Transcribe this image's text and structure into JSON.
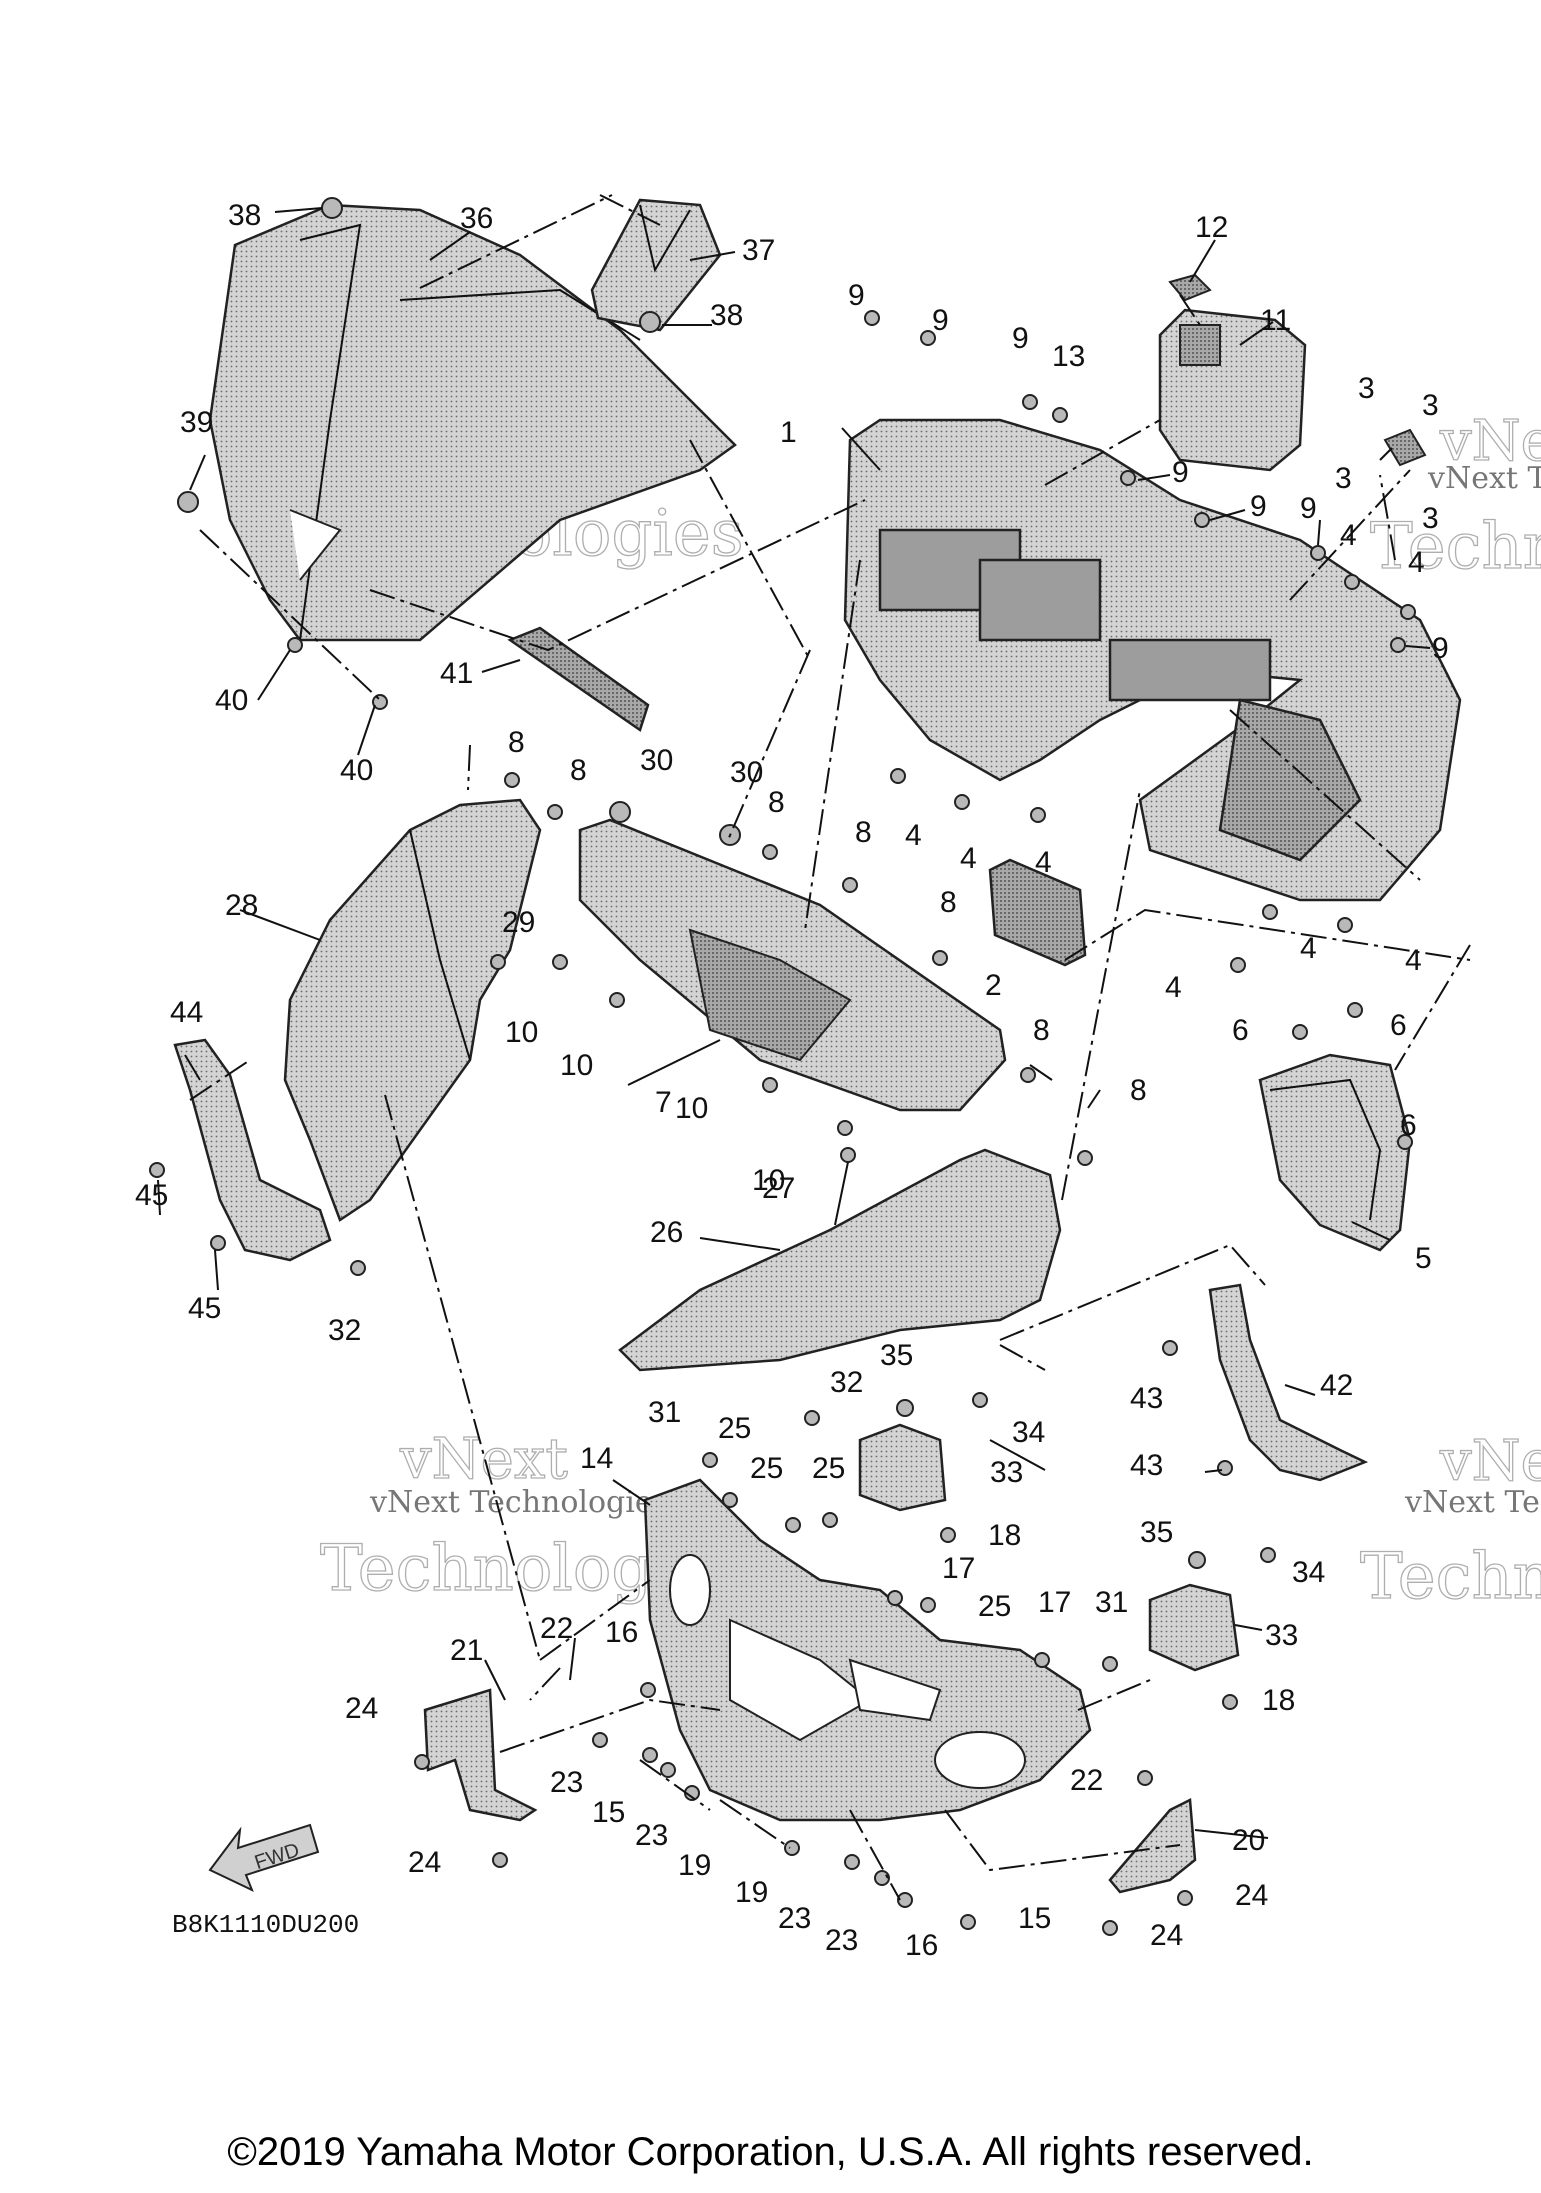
{
  "diagram": {
    "diagram_code": "B8K1110DU200",
    "fwd_label": "FWD",
    "watermark_lines": [
      "vNext",
      "vNext Technologies",
      "Technologies"
    ],
    "callouts": [
      {
        "id": "c38a",
        "text": "38"
      },
      {
        "id": "c36",
        "text": "36"
      },
      {
        "id": "c37",
        "text": "37"
      },
      {
        "id": "c38b",
        "text": "38"
      },
      {
        "id": "c39",
        "text": "39"
      },
      {
        "id": "c40a",
        "text": "40"
      },
      {
        "id": "c40b",
        "text": "40"
      },
      {
        "id": "c41",
        "text": "41"
      },
      {
        "id": "c12",
        "text": "12"
      },
      {
        "id": "c11",
        "text": "11"
      },
      {
        "id": "c9a",
        "text": "9"
      },
      {
        "id": "c9b",
        "text": "9"
      },
      {
        "id": "c9c",
        "text": "9"
      },
      {
        "id": "c13",
        "text": "13"
      },
      {
        "id": "c1",
        "text": "1"
      },
      {
        "id": "c9d",
        "text": "9"
      },
      {
        "id": "c9e",
        "text": "9"
      },
      {
        "id": "c9f",
        "text": "9"
      },
      {
        "id": "c9g",
        "text": "9"
      },
      {
        "id": "c3a",
        "text": "3"
      },
      {
        "id": "c3b",
        "text": "3"
      },
      {
        "id": "c3c",
        "text": "3"
      },
      {
        "id": "c3d",
        "text": "3"
      },
      {
        "id": "c4a",
        "text": "4"
      },
      {
        "id": "c4b",
        "text": "4"
      },
      {
        "id": "c4c",
        "text": "4"
      },
      {
        "id": "c4d",
        "text": "4"
      },
      {
        "id": "c4e",
        "text": "4"
      },
      {
        "id": "c4f",
        "text": "4"
      },
      {
        "id": "c4g",
        "text": "4"
      },
      {
        "id": "c4h",
        "text": "4"
      },
      {
        "id": "c8a",
        "text": "8"
      },
      {
        "id": "c8b",
        "text": "8"
      },
      {
        "id": "c30a",
        "text": "30"
      },
      {
        "id": "c30b",
        "text": "30"
      },
      {
        "id": "c8c",
        "text": "8"
      },
      {
        "id": "c8d",
        "text": "8"
      },
      {
        "id": "c8e",
        "text": "8"
      },
      {
        "id": "c28",
        "text": "28"
      },
      {
        "id": "c29",
        "text": "29"
      },
      {
        "id": "c2",
        "text": "2"
      },
      {
        "id": "c10a",
        "text": "10"
      },
      {
        "id": "c10b",
        "text": "10"
      },
      {
        "id": "c7",
        "text": "7"
      },
      {
        "id": "c10c",
        "text": "10"
      },
      {
        "id": "c10d",
        "text": "10"
      },
      {
        "id": "c8f",
        "text": "8"
      },
      {
        "id": "c8g",
        "text": "8"
      },
      {
        "id": "c6a",
        "text": "6"
      },
      {
        "id": "c6b",
        "text": "6"
      },
      {
        "id": "c6c",
        "text": "6"
      },
      {
        "id": "c44",
        "text": "44"
      },
      {
        "id": "c45a",
        "text": "45"
      },
      {
        "id": "c45b",
        "text": "45"
      },
      {
        "id": "c27",
        "text": "27"
      },
      {
        "id": "c26",
        "text": "26"
      },
      {
        "id": "c5",
        "text": "5"
      },
      {
        "id": "c32a",
        "text": "32"
      },
      {
        "id": "c32b",
        "text": "32"
      },
      {
        "id": "c35a",
        "text": "35"
      },
      {
        "id": "c34a",
        "text": "34"
      },
      {
        "id": "c43a",
        "text": "43"
      },
      {
        "id": "c42",
        "text": "42"
      },
      {
        "id": "c31a",
        "text": "31"
      },
      {
        "id": "c25a",
        "text": "25"
      },
      {
        "id": "c14",
        "text": "14"
      },
      {
        "id": "c25b",
        "text": "25"
      },
      {
        "id": "c25c",
        "text": "25"
      },
      {
        "id": "c33a",
        "text": "33"
      },
      {
        "id": "c43b",
        "text": "43"
      },
      {
        "id": "c18a",
        "text": "18"
      },
      {
        "id": "c17a",
        "text": "17"
      },
      {
        "id": "c25d",
        "text": "25"
      },
      {
        "id": "c35b",
        "text": "35"
      },
      {
        "id": "c34b",
        "text": "34"
      },
      {
        "id": "c17b",
        "text": "17"
      },
      {
        "id": "c31b",
        "text": "31"
      },
      {
        "id": "c33b",
        "text": "33"
      },
      {
        "id": "c22a",
        "text": "22"
      },
      {
        "id": "c16a",
        "text": "16"
      },
      {
        "id": "c21",
        "text": "21"
      },
      {
        "id": "c18b",
        "text": "18"
      },
      {
        "id": "c24a",
        "text": "24"
      },
      {
        "id": "c23a",
        "text": "23"
      },
      {
        "id": "c15a",
        "text": "15"
      },
      {
        "id": "c23b",
        "text": "23"
      },
      {
        "id": "c22b",
        "text": "22"
      },
      {
        "id": "c19a",
        "text": "19"
      },
      {
        "id": "c20",
        "text": "20"
      },
      {
        "id": "c24b",
        "text": "24"
      },
      {
        "id": "c19b",
        "text": "19"
      },
      {
        "id": "c23c",
        "text": "23"
      },
      {
        "id": "c23d",
        "text": "23"
      },
      {
        "id": "c24c",
        "text": "24"
      },
      {
        "id": "c15b",
        "text": "15"
      },
      {
        "id": "c16b",
        "text": "16"
      },
      {
        "id": "c24d",
        "text": "24"
      }
    ]
  },
  "copyright": "©2019 Yamaha Motor Corporation, U.S.A. All rights reserved."
}
